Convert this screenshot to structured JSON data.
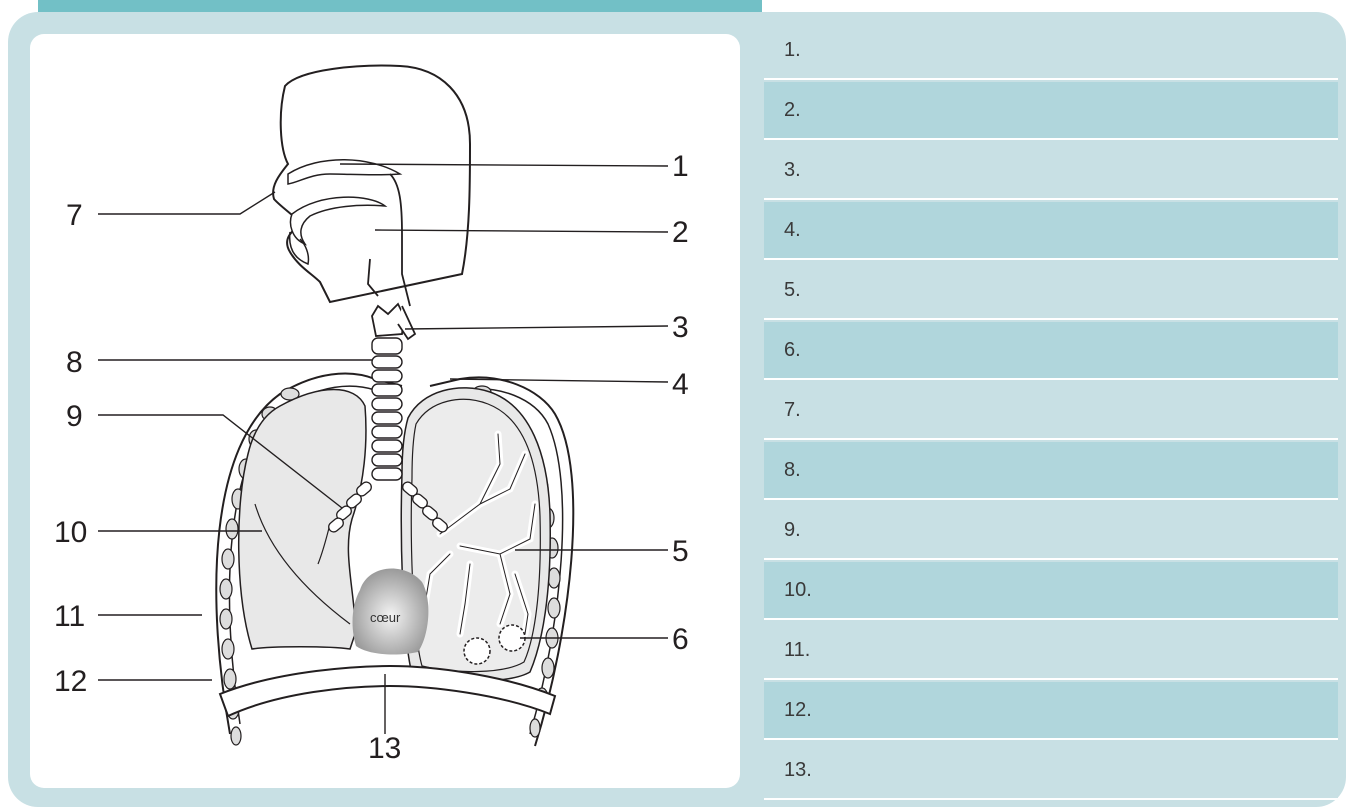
{
  "diagram": {
    "callouts": [
      "1",
      "2",
      "3",
      "4",
      "5",
      "6",
      "7",
      "8",
      "9",
      "10",
      "11",
      "12",
      "13"
    ],
    "heart_label": "cœur"
  },
  "answers": {
    "rows": [
      "1.",
      "2.",
      "3.",
      "4.",
      "5.",
      "6.",
      "7.",
      "8.",
      "9.",
      "10.",
      "11.",
      "12.",
      "13."
    ]
  },
  "colors": {
    "accent": "#72c0c6",
    "panel": "#c8e0e4",
    "row_dark": "#b0d6dc",
    "lung_fill": "#e8e8e8"
  }
}
